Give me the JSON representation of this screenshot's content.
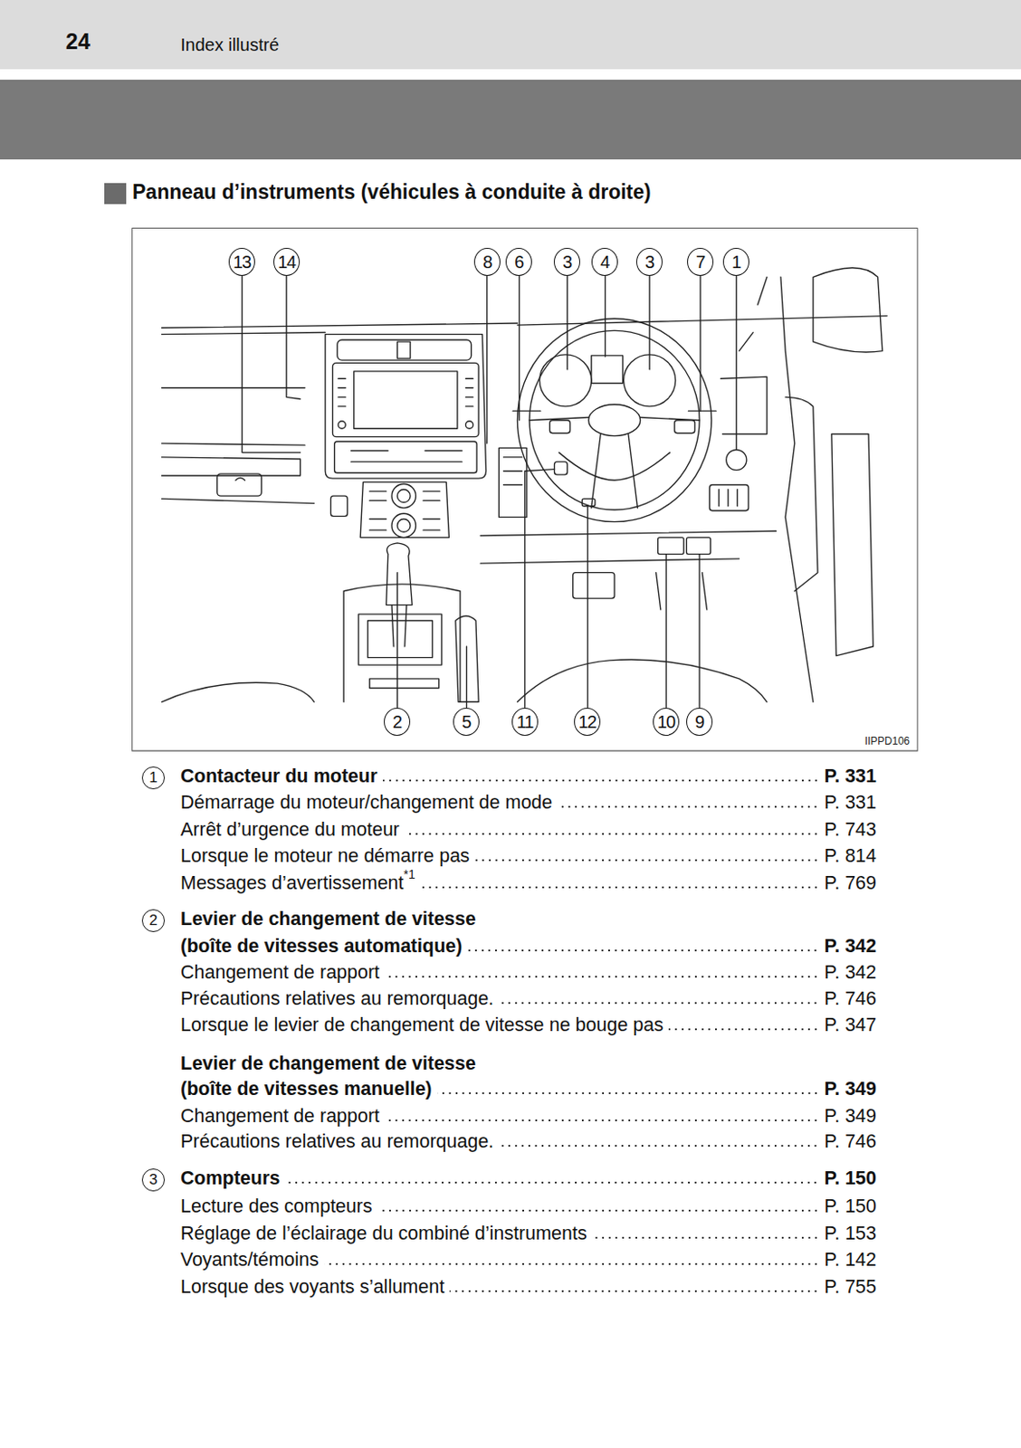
{
  "diagram": {
    "title": "Panneau d’instruments (véhicules à conduite à droite)",
    "labels": [
      "24",
      "Index illustré",
      "13",
      "14",
      "8",
      "6",
      "3",
      "4",
      "3",
      "7",
      "1",
      "2",
      "5",
      "11",
      "12",
      "10",
      "9",
      "IIPPD106",
      "1",
      "Contacteur du moteur",
      "P. 331",
      "Démarrage du moteur/changement de mode",
      "P. 331",
      "Arrêt d’urgence du moteur",
      "P. 743",
      "Lorsque le moteur ne démarre pas",
      "P. 814",
      "Messages d’avertissement",
      "*1",
      "P. 769",
      "2",
      "Levier de changement de vitesse",
      "(boîte de vitesses automatique)",
      "P. 342",
      "Changement de rapport",
      "P. 342",
      "Précautions relatives au remorquage.",
      "P. 746",
      "Lorsque le levier de changement de vitesse ne bouge pas",
      "P. 347",
      "Levier de changement de vitesse",
      "(boîte de vitesses manuelle)",
      "P. 349",
      "Changement de rapport",
      "P. 349",
      "Précautions relatives au remorquage.",
      "P. 746",
      "3",
      "Compteurs",
      "P. 150",
      "Lecture des compteurs",
      "P. 150",
      "Réglage de l’éclairage du combiné d’instruments",
      "P. 153",
      "Voyants/témoins",
      "P. 142",
      "Lorsque des voyants s’allument",
      "P. 755"
    ]
  }
}
